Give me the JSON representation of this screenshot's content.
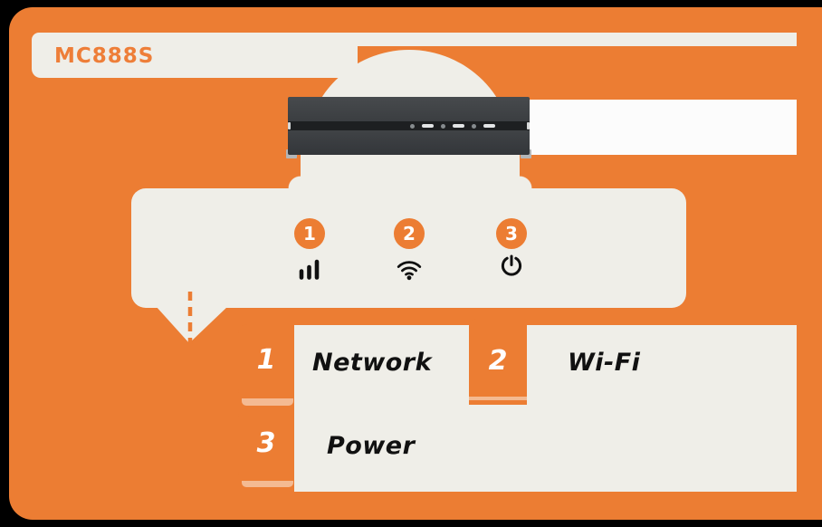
{
  "header": {
    "model": "MC888S"
  },
  "colors": {
    "orange": "#ec7d33",
    "panel_cream": "#efeee8",
    "white_panel": "#fcfcfc",
    "device_dark": "#3d4043",
    "label_text": "#111111",
    "number_text": "#ffffff"
  },
  "device": {
    "led_groups": 3
  },
  "indicators": [
    {
      "number": "1",
      "icon": "signal-bars-icon",
      "label": "Network"
    },
    {
      "number": "2",
      "icon": "wifi-icon",
      "label": "Wi-Fi"
    },
    {
      "number": "3",
      "icon": "power-icon",
      "label": "Power"
    }
  ]
}
